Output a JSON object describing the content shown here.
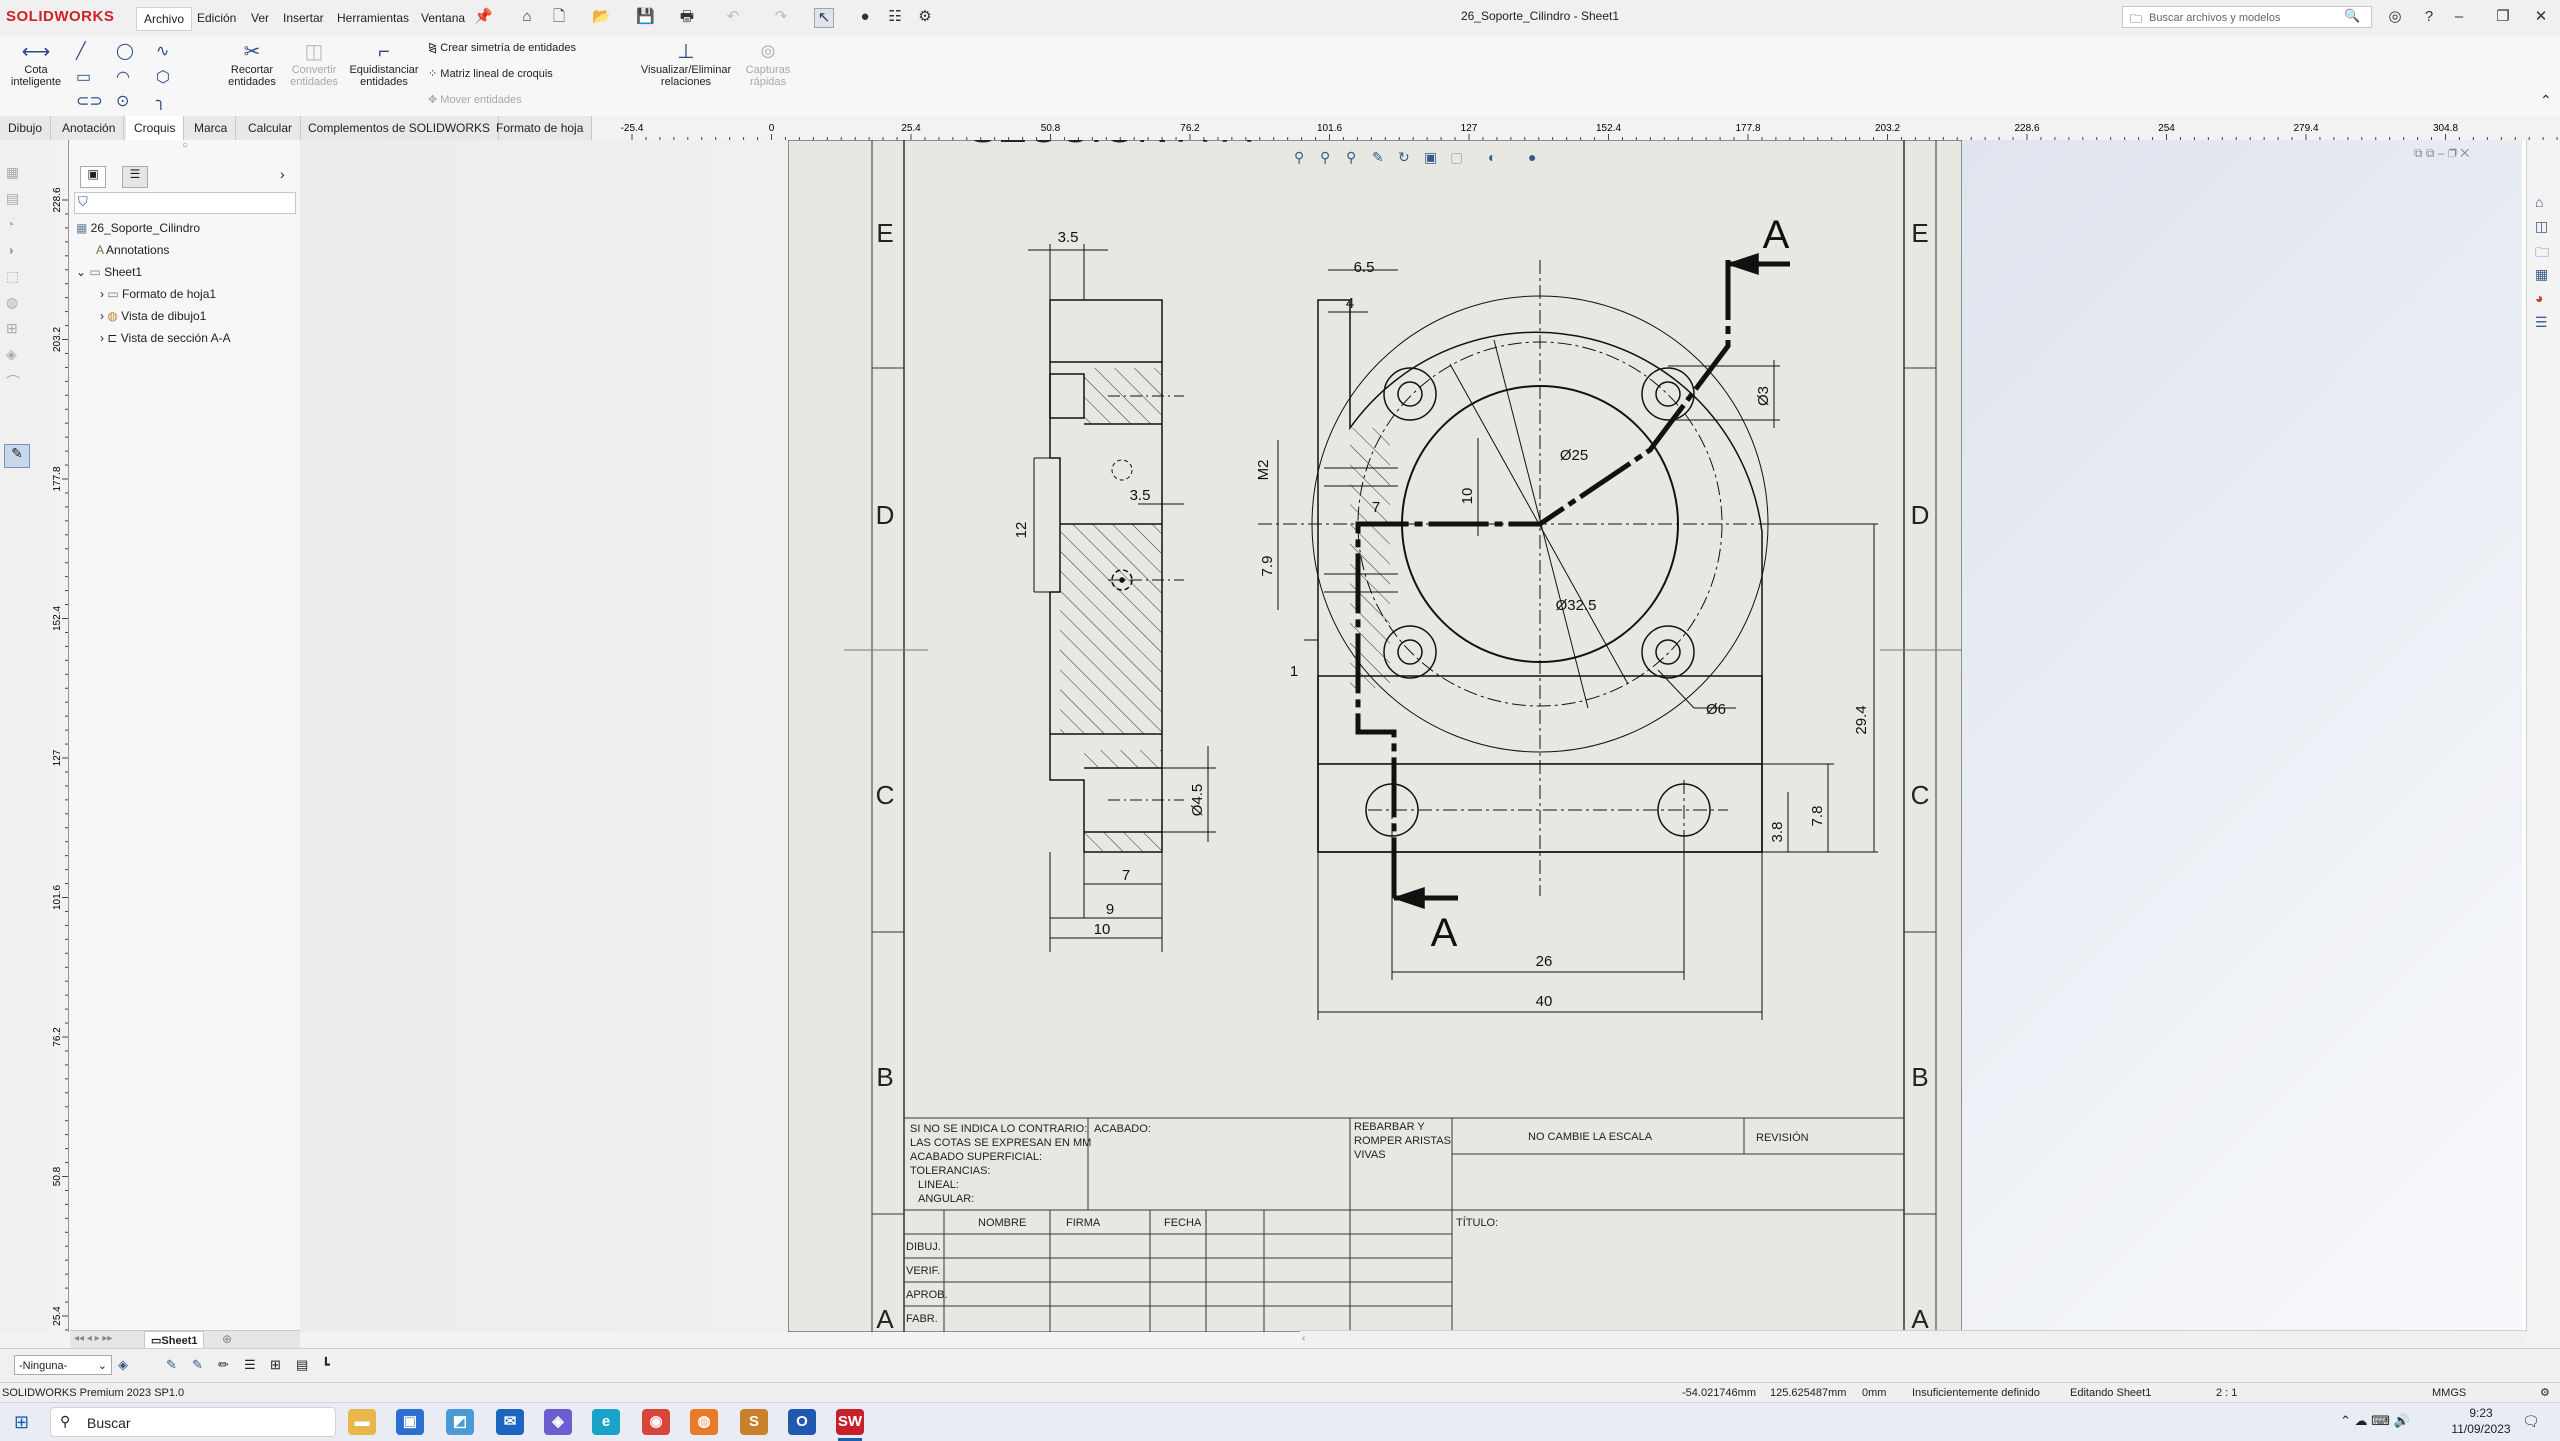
{
  "app": {
    "logo": "SOLIDWORKS",
    "menus": [
      "Archivo",
      "Edición",
      "Ver",
      "Insertar",
      "Herramientas",
      "Ventana"
    ],
    "doc_title": "26_Soporte_Cilindro - Sheet1",
    "search_placeholder": "Buscar archivos y modelos"
  },
  "ribbon": {
    "smart_dim": "Cota inteligente",
    "trim": "Recortar entidades",
    "convert": "Convertir entidades",
    "offset": "Equidistanciar entidades",
    "mirror": "Crear simetría de entidades",
    "linear_pattern": "Matriz lineal de croquis",
    "move": "Mover entidades",
    "relations": "Visualizar/Eliminar relaciones",
    "quick_snaps": "Capturas rápidas"
  },
  "tabs": [
    "Dibujo",
    "Anotación",
    "Croquis",
    "Marca",
    "Calcular",
    "Complementos de SOLIDWORKS",
    "Formato de hoja"
  ],
  "active_tab": "Croquis",
  "hruler_labels": [
    "-25.4",
    "0",
    "25.4",
    "50.8",
    "76.2",
    "101.6",
    "127",
    "152.4",
    "177.8",
    "203.2",
    "228.6",
    "254",
    "279.4",
    "304.8"
  ],
  "vruler_labels": [
    "228.6",
    "203.2",
    "177.8",
    "152.4",
    "127",
    "101.6",
    "76.2",
    "50.8",
    "25.4"
  ],
  "tree": {
    "root": "26_Soporte_Cilindro",
    "annotations": "Annotations",
    "sheet": "Sheet1",
    "children": [
      "Formato de hoja1",
      "Vista de dibujo1",
      "Vista de sección A-A"
    ]
  },
  "sheet_tab": "Sheet1",
  "layer_select": "-Ninguna-",
  "drawing": {
    "title_partial": "SECCIÓN A-A",
    "zone_letters": [
      "E",
      "D",
      "C",
      "B",
      "A"
    ],
    "section_label": "A",
    "dims": {
      "d3_5a": "3.5",
      "d3_5b": "3.5",
      "d12": "12",
      "d7": "7",
      "d9": "9",
      "d10": "10",
      "d4_5": "Ø4.5",
      "d6_5": "6.5",
      "d4": "4",
      "m2": "M2",
      "d7_9": "7.9",
      "d1": "1",
      "d10v": "10",
      "d25": "Ø25",
      "d32_5": "Ø32.5",
      "d6": "Ø6",
      "d3": "Ø3",
      "d29_4": "29.4",
      "d7_8": "7.8",
      "d3_8": "3.8",
      "d26": "26",
      "d40": "40",
      "d7small": "7"
    },
    "title_block": {
      "notes": [
        "SI NO SE INDICA LO CONTRARIO:",
        "LAS COTAS SE EXPRESAN EN MM",
        "ACABADO SUPERFICIAL:",
        "TOLERANCIAS:",
        "  LINEAL:",
        "  ANGULAR:"
      ],
      "finish": "ACABADO:",
      "deburr": [
        "REBARBAR Y",
        "ROMPER ARISTAS",
        "VIVAS"
      ],
      "no_scale": "NO CAMBIE LA ESCALA",
      "revision": "REVISIÓN",
      "cols": [
        "NOMBRE",
        "FIRMA",
        "FECHA"
      ],
      "rows": [
        "DIBUJ.",
        "VERIF.",
        "APROB.",
        "FABR."
      ],
      "title": "TÍTULO:"
    }
  },
  "status": {
    "version": "SOLIDWORKS Premium 2023 SP1.0",
    "x": "-54.021746mm",
    "y": "125.625487mm",
    "z": "0mm",
    "state": "Insuficientemente definido",
    "editing": "Editando Sheet1",
    "scale": "2 : 1",
    "units": "MMGS"
  },
  "taskbar": {
    "search": "Buscar",
    "time": "9:23",
    "date": "11/09/2023"
  }
}
